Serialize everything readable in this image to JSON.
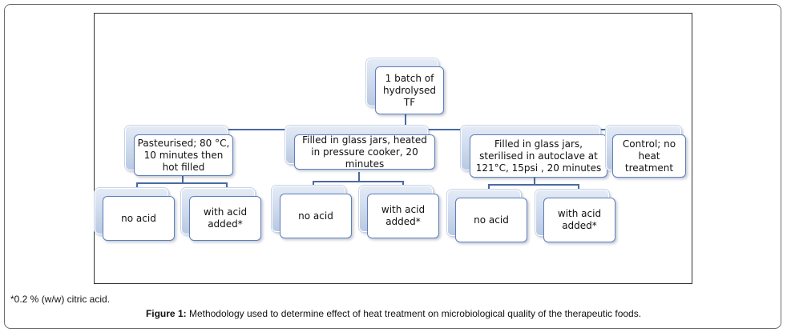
{
  "diagram": {
    "root": "1 batch of hydrolysed TF",
    "branches": [
      {
        "label": "Pasteurised; 80 °C, 10 minutes then hot filled",
        "children": [
          "no acid",
          "with acid added*"
        ]
      },
      {
        "label": "Filled in glass jars, heated in pressure cooker, 20 minutes",
        "children": [
          "no acid",
          "with acid added*"
        ]
      },
      {
        "label": "Filled in glass jars, sterilised in autoclave at 121°C, 15psi , 20 minutes",
        "children": [
          "no acid",
          "with acid added*"
        ]
      },
      {
        "label": "Control; no heat treatment",
        "children": []
      }
    ]
  },
  "footnote": "*0.2 % (w/w) citric acid.",
  "caption": {
    "label": "Figure 1:",
    "text": " Methodology used to determine effect of heat treatment on microbiological quality of the therapeutic foods."
  },
  "colors": {
    "connector": "#4a6aa5",
    "node_border": "#5d7fbd",
    "node_back_top": "#e4ebf6",
    "node_back_bottom": "#b9c9e2"
  }
}
